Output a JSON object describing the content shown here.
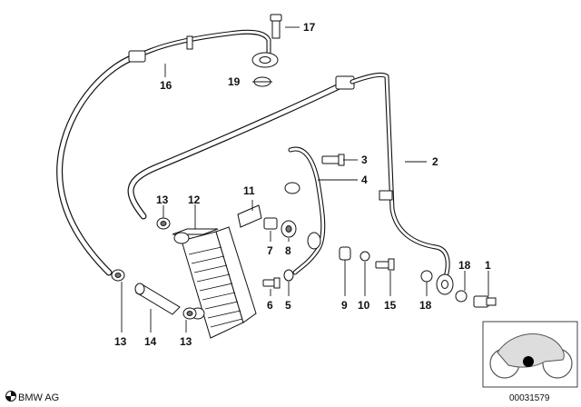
{
  "labels": {
    "p1": "1",
    "p2": "2",
    "p3": "3",
    "p4": "4",
    "p5": "5",
    "p6": "6",
    "p7": "7",
    "p8": "8",
    "p9": "9",
    "p10": "10",
    "p11": "11",
    "p12": "12",
    "p13a": "13",
    "p13b": "13",
    "p13c": "13",
    "p14": "14",
    "p15": "15",
    "p16": "16",
    "p17": "17",
    "p18a": "18",
    "p18b": "18",
    "p19": "19"
  },
  "footer": {
    "copyright": "BMW AG",
    "doc_number": "00031579"
  },
  "colors": {
    "ink": "#111111",
    "background": "#ffffff",
    "marker": "#000000"
  },
  "icons": {
    "brand": "bmw-roundel-icon",
    "locator": "motorcycle-locator-icon"
  }
}
